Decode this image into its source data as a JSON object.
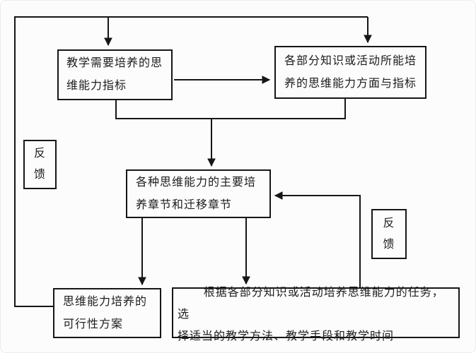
{
  "diagram": {
    "type": "flowchart",
    "boxes": {
      "teaching_indicators": "教学需要培养的思\n维能力指标",
      "knowledge_activity_indicators": "各部分知识或活动所能培\n养的思维能力方面与指标",
      "cultivation_chapters": "各种思维能力的主要培\n养章节和迁移章节",
      "feasibility_plan": "思维能力培养的\n可行性方案",
      "teaching_methods": "根据各部分知识或活动培养思维能力的任务，选\n择适当的教学方法、教学手段和教学时间",
      "feedback_left": "反\n馈",
      "feedback_right": "反\n馈"
    },
    "edges": [
      {
        "from": "feasibility_plan",
        "to": "teaching_indicators",
        "via": "feedback_left",
        "label": "反馈"
      },
      {
        "from": "feasibility_plan",
        "to": "knowledge_activity_indicators",
        "via": "feedback_left",
        "label": "反馈"
      },
      {
        "from": "teaching_indicators",
        "to": "knowledge_activity_indicators"
      },
      {
        "from": "teaching_indicators",
        "to": "cultivation_chapters"
      },
      {
        "from": "knowledge_activity_indicators",
        "to": "cultivation_chapters"
      },
      {
        "from": "cultivation_chapters",
        "to": "feasibility_plan"
      },
      {
        "from": "cultivation_chapters",
        "to": "teaching_methods"
      },
      {
        "from": "teaching_methods",
        "to": "cultivation_chapters",
        "via": "feedback_right",
        "label": "反馈"
      }
    ],
    "colors": {
      "line": "#161616",
      "box_border": "#161616",
      "background": "#fcfcfc",
      "text": "#1c1c1c"
    }
  }
}
